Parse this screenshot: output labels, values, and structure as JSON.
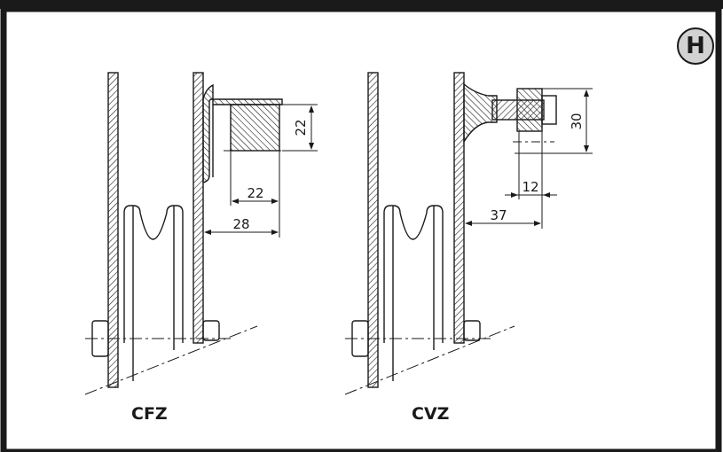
{
  "badge": "H",
  "labels": {
    "left": "CFZ",
    "right": "CVZ"
  },
  "dimensions": {
    "cfz": {
      "vertical": "22",
      "inner": "22",
      "outer": "28"
    },
    "cvz": {
      "vertical": "30",
      "inner": "12",
      "outer": "37"
    }
  },
  "colors": {
    "ink": "#1a1a1a",
    "badge_fill": "#d2d2d2",
    "border": "#1a1a1a"
  }
}
